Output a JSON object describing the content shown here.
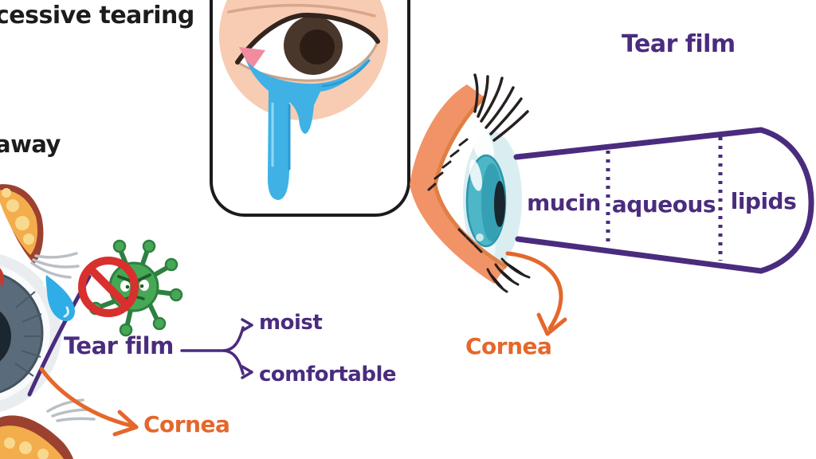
{
  "page": {
    "partial_text_top_left": "cessive tearing",
    "partial_text_left": "away"
  },
  "tear_film_structure": {
    "title": "Tear film",
    "layers": [
      "mucin",
      "aqueous",
      "lipids"
    ],
    "cornea_label": "Cornea"
  },
  "tear_film_function": {
    "label": "Tear film",
    "benefits": [
      "moist",
      "comfortable"
    ],
    "cornea_label": "Cornea"
  },
  "colors": {
    "purple_accent": "#4a2c7e",
    "orange_accent": "#e4672b",
    "text_black": "#1c1c1c",
    "tear_blue": "#3fb1e5",
    "cornea_teal": "#4db6c7",
    "eyelid_orange": "#f19366",
    "skin_peach": "#f7ccb3",
    "germ_green": "#46a855",
    "prohibition_red": "#d8302e"
  },
  "icons": [
    "crying-eye-icon",
    "eye-side-view-icon",
    "eye-closeup-icon",
    "no-germs-icon",
    "tear-drop-icon",
    "cornea-arrow-icon",
    "fork-bracket-icon"
  ]
}
